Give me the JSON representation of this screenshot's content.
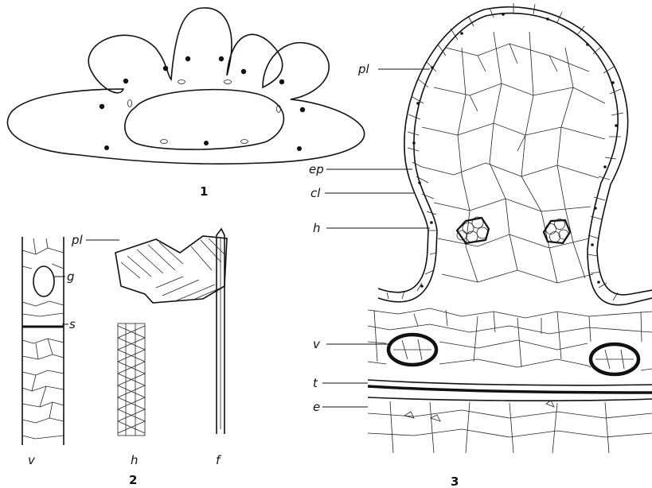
{
  "figure_numbers": {
    "fig1": "1",
    "fig2": "2",
    "fig3": "3"
  },
  "fig2_labels": {
    "pl": "pl",
    "g": "g",
    "s": "s",
    "v": "v",
    "h": "h",
    "f": "f"
  },
  "fig3_labels": {
    "pl": "pl",
    "ep": "ep",
    "cl": "cl",
    "h": "h",
    "v": "v",
    "t": "t",
    "e": "e"
  }
}
